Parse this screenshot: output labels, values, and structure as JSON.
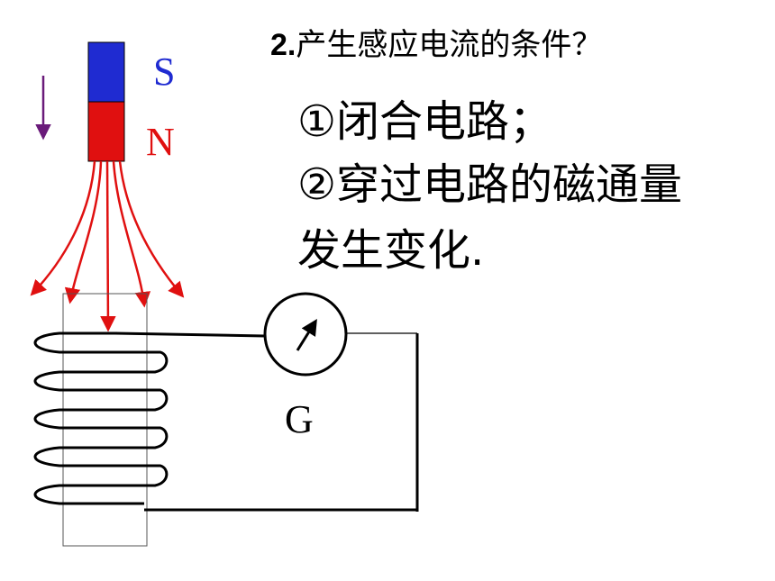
{
  "heading": {
    "number": "2.",
    "text": "产生感应电流的条件？"
  },
  "conditions": {
    "line1": "①闭合电路；",
    "line2": "②穿过电路的磁通量",
    "line3": "发生变化."
  },
  "magnet": {
    "south_label": "S",
    "north_label": "N",
    "south_color": "#1f2bd1",
    "north_color": "#e01010"
  },
  "galvanometer": {
    "label": "G"
  },
  "colors": {
    "field_lines": "#e01010",
    "motion_arrow": "#6a1b7a",
    "wire": "#000000",
    "text_pole": "#1f2bd1",
    "text_pole_n": "#e01010"
  }
}
